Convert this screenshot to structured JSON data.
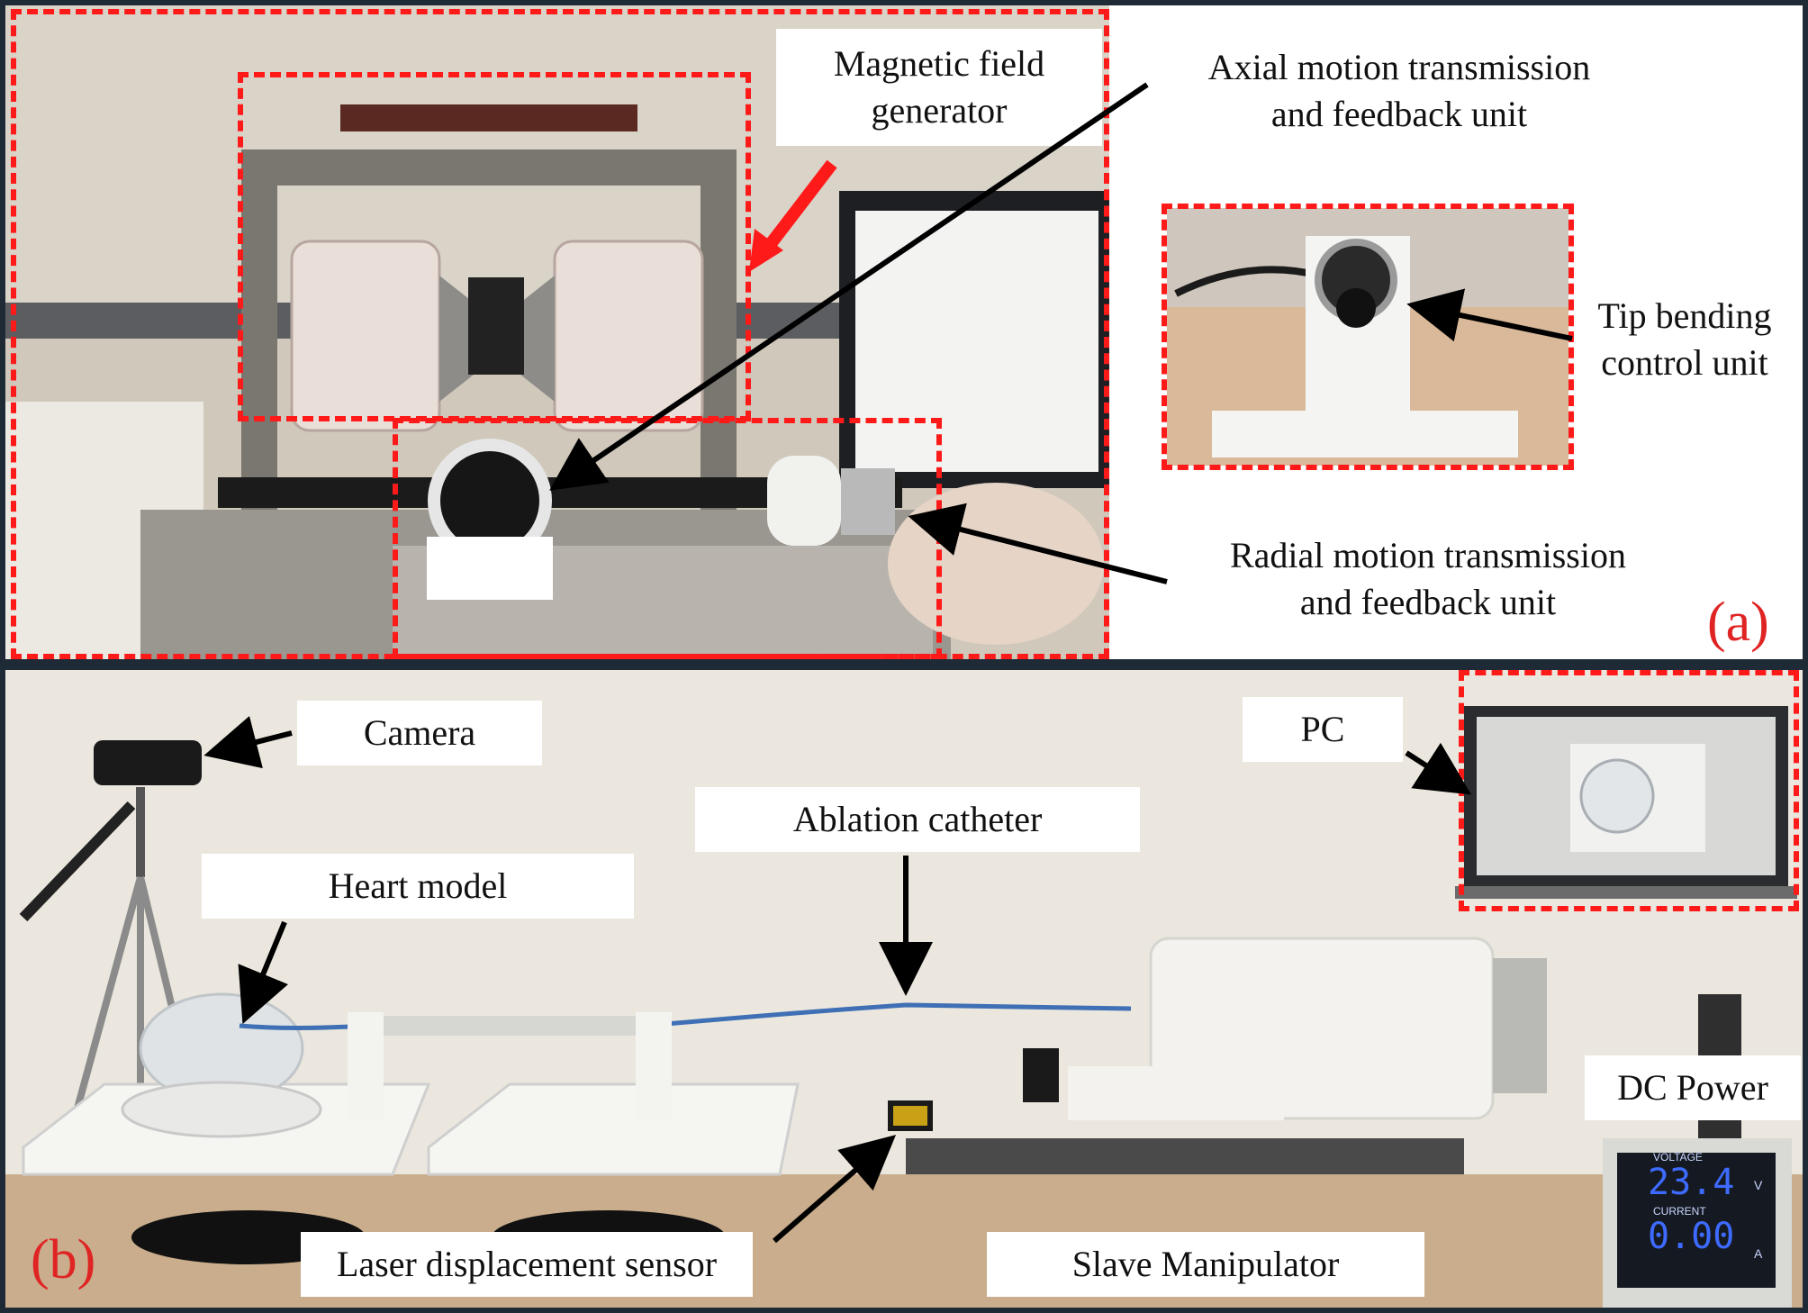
{
  "panel_a": {
    "letter": "(a)",
    "labels": {
      "magnetic_field_generator": [
        "Magnetic field",
        "generator"
      ],
      "axial_unit": [
        "Axial motion transmission",
        "and feedback unit"
      ],
      "tip_unit": [
        "Tip bending",
        "control unit"
      ],
      "radial_unit": [
        "Radial motion transmission",
        "and feedback unit"
      ]
    }
  },
  "panel_b": {
    "letter": "(b)",
    "labels": {
      "camera": "Camera",
      "pc": "PC",
      "ablation_catheter": "Ablation catheter",
      "heart_model": "Heart model",
      "dc_power": "DC Power",
      "laser_sensor": "Laser displacement sensor",
      "slave_manipulator": "Slave Manipulator"
    },
    "dc_display": {
      "voltage_label": "VOLTAGE",
      "voltage": "23.4",
      "voltage_unit": "V",
      "current_label": "CURRENT",
      "current": "0.00",
      "current_unit": "A"
    }
  },
  "colors": {
    "annotation_red": "#ff1a1a",
    "frame": "#1e2a35",
    "arrow": "#000000"
  }
}
